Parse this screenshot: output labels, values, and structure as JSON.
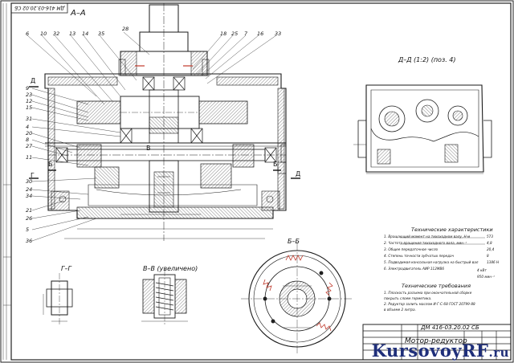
{
  "titles": {
    "section_aa": "А–А",
    "section_dd": "Д–Д (1:2) (поз. 4)",
    "section_gg": "Г–Г",
    "section_vv": "В–В (увеличено)",
    "section_bb": "Б–Б",
    "stamp_top": "ДМ 416-03.20.02 СБ"
  },
  "callouts_left": [
    "6",
    "10",
    "32",
    "13",
    "14",
    "35",
    "9",
    "23",
    "12",
    "15",
    "31",
    "4",
    "20",
    "8",
    "27",
    "11",
    "30",
    "24",
    "34",
    "21",
    "26",
    "5",
    "36"
  ],
  "callouts_top_right": [
    "28",
    "18",
    "25",
    "7",
    "16",
    "33"
  ],
  "section_letters": {
    "d": "Д",
    "b": "Б",
    "g": "Г",
    "v": "В"
  },
  "tech_characteristics": {
    "heading": "Технические характеристики",
    "lines": [
      "1. Вращающий момент на тихоходном валу, Н·м",
      "2. Частота вращения тихоходного вала, мин⁻¹",
      "3. Общее передаточное число",
      "4. Степень точности зубчатых передач",
      "5. Подводимая консольная нагрузка на быстрый вал",
      "6. Электродвигатель АИР 112МВ6"
    ],
    "values": [
      "573",
      "4,8",
      "20,4",
      "8",
      "1386 Н",
      "4 кВт",
      "950 мин⁻¹"
    ]
  },
  "tech_requirements": {
    "heading": "Технические требования",
    "lines": [
      "1. Плоскость разъема при окончательной сборке",
      "   покрыть слоем герметика.",
      "2. Редуктор залить маслом И-Г-С-68 ГОСТ 20799-88",
      "   в объеме 2 литра."
    ]
  },
  "title_block": {
    "designation": "ДМ 416-03.20.02 СБ",
    "name": "Мотор-редуктор"
  },
  "watermark": {
    "main": "KursovoyRF",
    "tld": ".ru"
  },
  "colors": {
    "line": "#1a1a1a",
    "hatch": "#333333",
    "watermark_blue": "#1f2f7a",
    "watermark_red": "#d5281b"
  }
}
